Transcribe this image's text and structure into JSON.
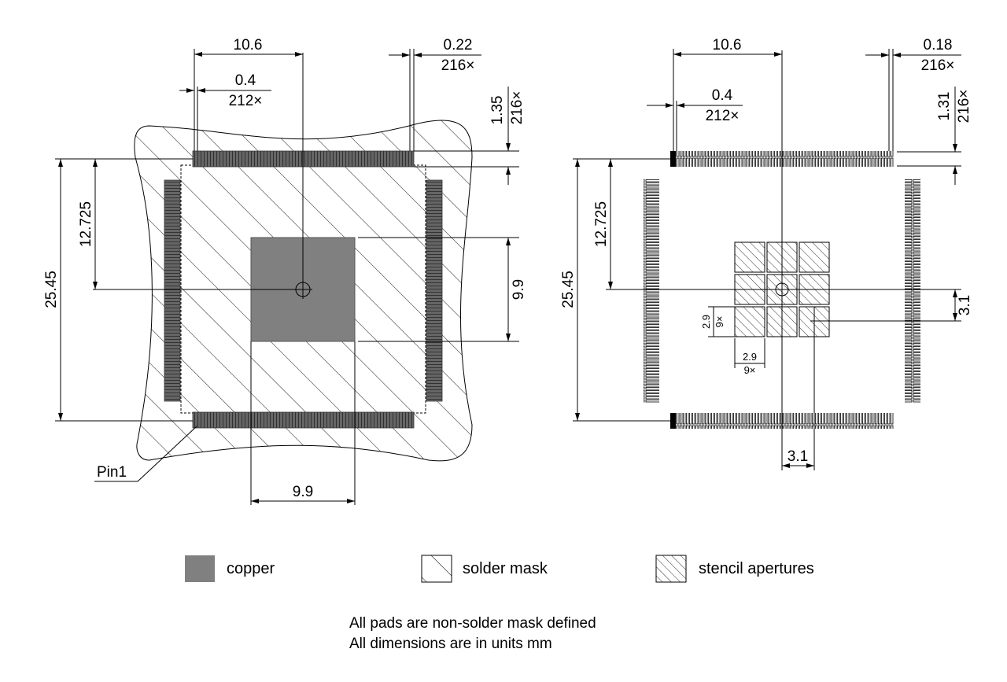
{
  "colors": {
    "copper": "#808080",
    "ink": "#000000",
    "pad": "#555555",
    "background": "#ffffff"
  },
  "left_view": {
    "dims": {
      "width_top": "10.6",
      "pad_width": "0.4",
      "pad_count_a": "212×",
      "pitch_top": "0.22",
      "pad_count_b": "216×",
      "pad_length": "1.35",
      "pad_length_count": "216×",
      "half_height": "12.725",
      "full_height": "25.45",
      "epad_height": "9.9",
      "epad_width": "9.9"
    },
    "pin1_label": "Pin1"
  },
  "right_view": {
    "dims": {
      "width_top": "10.6",
      "pad_width": "0.4",
      "pad_count_a": "212×",
      "pitch_top": "0.18",
      "pad_count_b": "216×",
      "pad_length": "1.31",
      "pad_length_count": "216×",
      "half_height": "12.725",
      "full_height": "25.45",
      "aperture_h": "2.9",
      "aperture_h_count": "9×",
      "aperture_w": "2.9",
      "aperture_w_count": "9×",
      "pitch_v": "3.1",
      "pitch_h": "3.1"
    }
  },
  "legend": {
    "copper": "copper",
    "solder_mask": "solder mask",
    "stencil": "stencil apertures"
  },
  "notes": [
    "All pads are non-solder mask defined",
    "All dimensions are in units mm"
  ]
}
